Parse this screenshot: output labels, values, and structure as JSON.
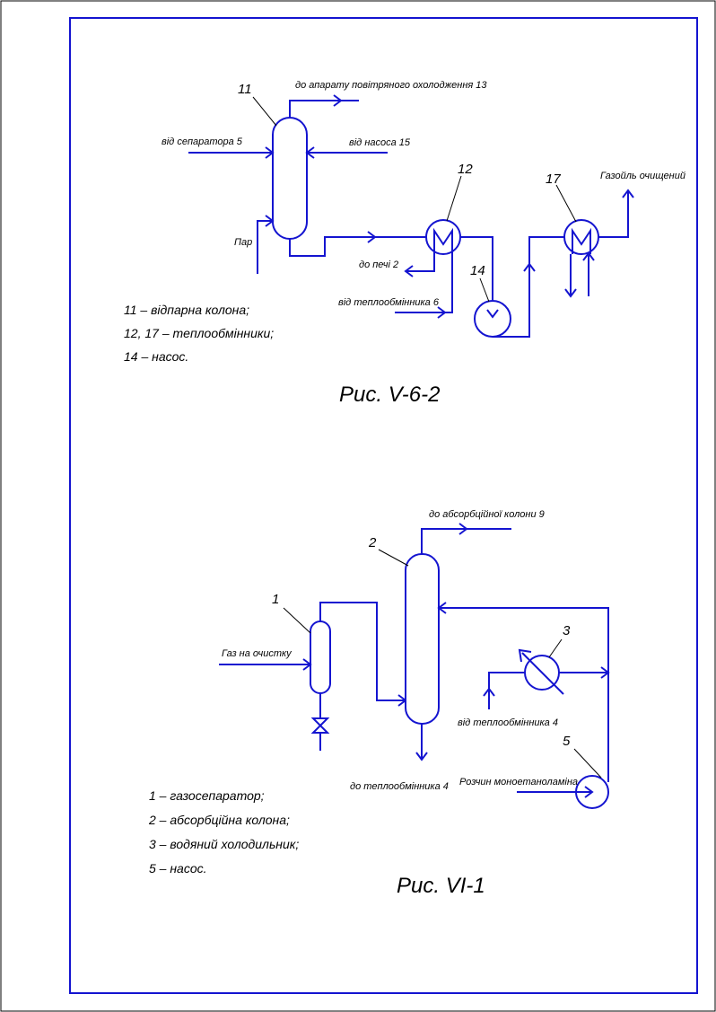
{
  "colors": {
    "flow_lines": "#1414d0",
    "text": "#000000",
    "frame": "#000000"
  },
  "fig1": {
    "caption": "Рис. V-6-2",
    "labels": {
      "to_cooler": "до апарату повітряного охолодження 13",
      "from_separator": "від сепаратора 5",
      "from_pump": "від насоса 15",
      "steam": "Пар",
      "to_furnace": "до печі 2",
      "from_exchanger": "від теплообмінника 6",
      "gasoil": "Газойль очищений"
    },
    "numbers": {
      "n11": "11",
      "n12": "12",
      "n14": "14",
      "n17": "17"
    },
    "legend": [
      "11 – відпарна колона;",
      "12, 17 – теплообмінники;",
      "14 – насос."
    ]
  },
  "fig2": {
    "caption": "Рис. VI-1",
    "labels": {
      "to_absorber": "до абсорбційної колони 9",
      "gas_in": "Газ на очистку",
      "from_exchanger": "від теплообмінника 4",
      "to_exchanger": "до теплообмінника 4",
      "mea_solution": "Розчин моноетаноламіна"
    },
    "numbers": {
      "n1": "1",
      "n2": "2",
      "n3": "3",
      "n5": "5"
    },
    "legend": [
      "1 – газосепаратор;",
      "2 – абсорбційна колона;",
      "3 – водяний холодильник;",
      "5 – насос."
    ]
  }
}
